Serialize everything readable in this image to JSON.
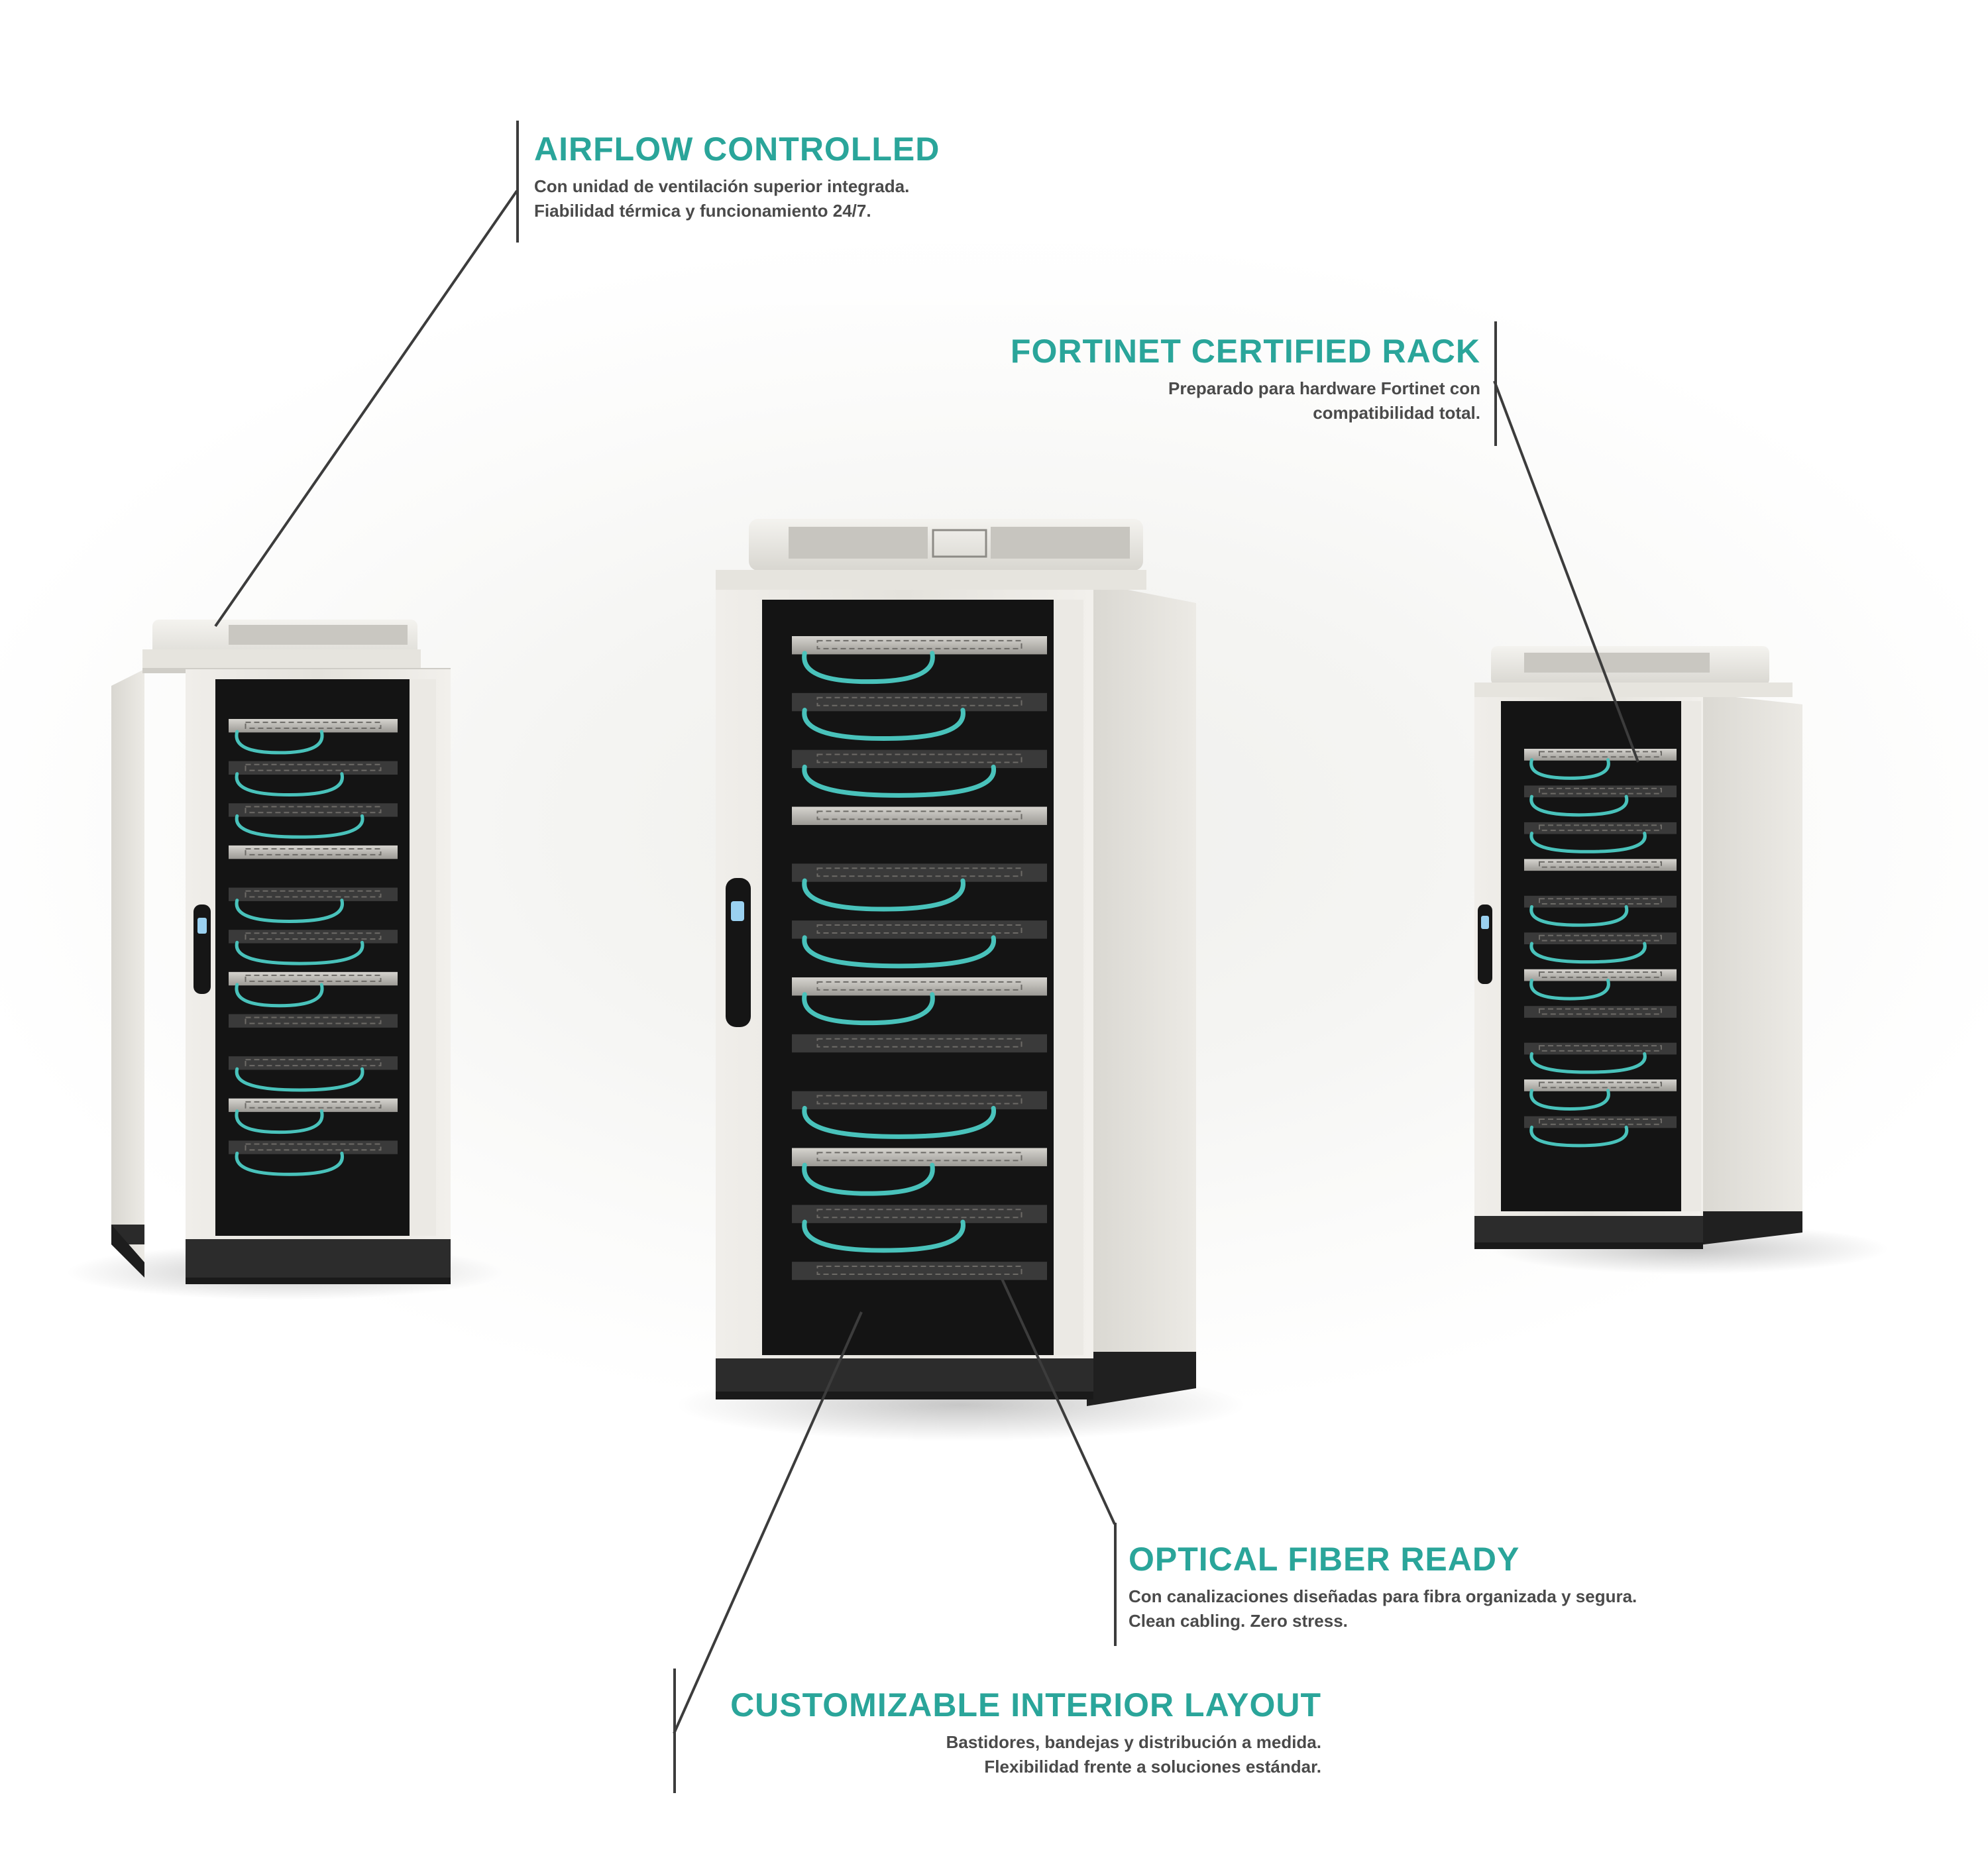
{
  "colors": {
    "accent": "#2aa59a",
    "text": "#4a4a4a",
    "leader": "#3c3c3c",
    "cable": "#49c2bb",
    "cabinet": "#e7e5df",
    "interior": "#141414"
  },
  "callouts": {
    "airflow": {
      "title": "AIRFLOW CONTROLLED",
      "line1": "Con unidad de ventilación superior integrada.",
      "line2": "Fiabilidad térmica y funcionamiento 24/7."
    },
    "fortinet": {
      "title": "FORTINET CERTIFIED RACK",
      "line1": "Preparado para hardware Fortinet con",
      "line2": "compatibilidad total."
    },
    "fiber": {
      "title": "OPTICAL FIBER READY",
      "line1": "Con canalizaciones diseñadas para fibra organizada y segura.",
      "line2": "Clean cabling. Zero stress."
    },
    "layout": {
      "title": "CUSTOMIZABLE INTERIOR LAYOUT",
      "line1": "Bastidores, bandejas y distribución a medida.",
      "line2": "Flexibilidad frente a soluciones estándar."
    }
  },
  "scene": {
    "racks": [
      {
        "name": "left",
        "units": 11
      },
      {
        "name": "center",
        "units": 12
      },
      {
        "name": "right",
        "units": 11
      }
    ]
  }
}
